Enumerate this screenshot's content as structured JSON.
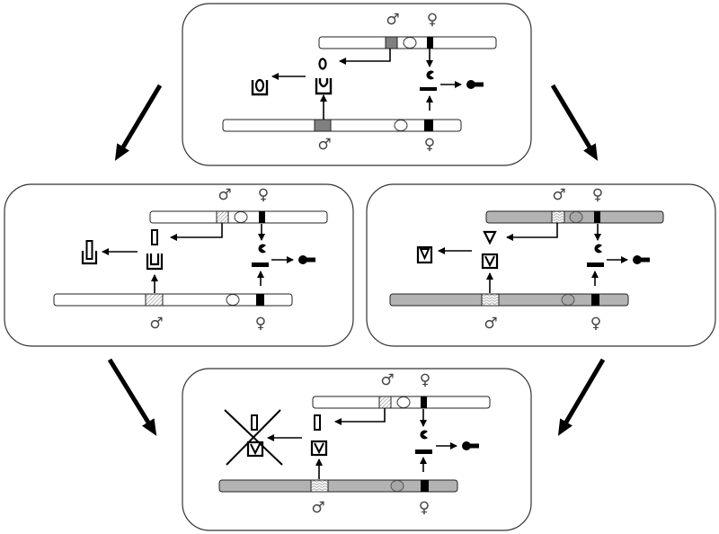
{
  "colors": {
    "white_chromosome": "#ffffff",
    "gray_chromosome": "#b3b3b3",
    "male_locus_solid": "#808080",
    "female_locus": "#000000",
    "centromere_fill_white": "#ffffff",
    "centromere_fill_gray": "#a8a8a8",
    "panel_border": "#333333",
    "arrow": "#000000"
  },
  "symbols": {
    "male": "♂",
    "female": "♀"
  },
  "panels": [
    {
      "id": "top",
      "chromosome_color": "white",
      "male_locus_pattern": "solid-gray",
      "male_product": "oval",
      "male_receptor": "u-cup",
      "complex": "oval-in-cup",
      "blocked": false
    },
    {
      "id": "middle-left",
      "chromosome_color": "white",
      "male_locus_pattern": "diagonal-hatch",
      "male_product": "rect",
      "male_receptor": "u-cup",
      "complex": "rect-in-cup",
      "blocked": false
    },
    {
      "id": "middle-right",
      "chromosome_color": "gray",
      "male_locus_pattern": "wavy-hatch",
      "male_product": "triangle",
      "male_receptor": "v-cup",
      "complex": "triangle-in-v-cup",
      "blocked": false
    },
    {
      "id": "bottom",
      "top_chromosome_color": "white",
      "bottom_chromosome_color": "gray",
      "male_product": "rect",
      "male_receptor": "v-cup",
      "complex": "rect-over-v-cup",
      "blocked": true
    }
  ],
  "female_pathway": {
    "product": "pacman",
    "receptor": "bar",
    "complex": "ball-and-bar"
  }
}
